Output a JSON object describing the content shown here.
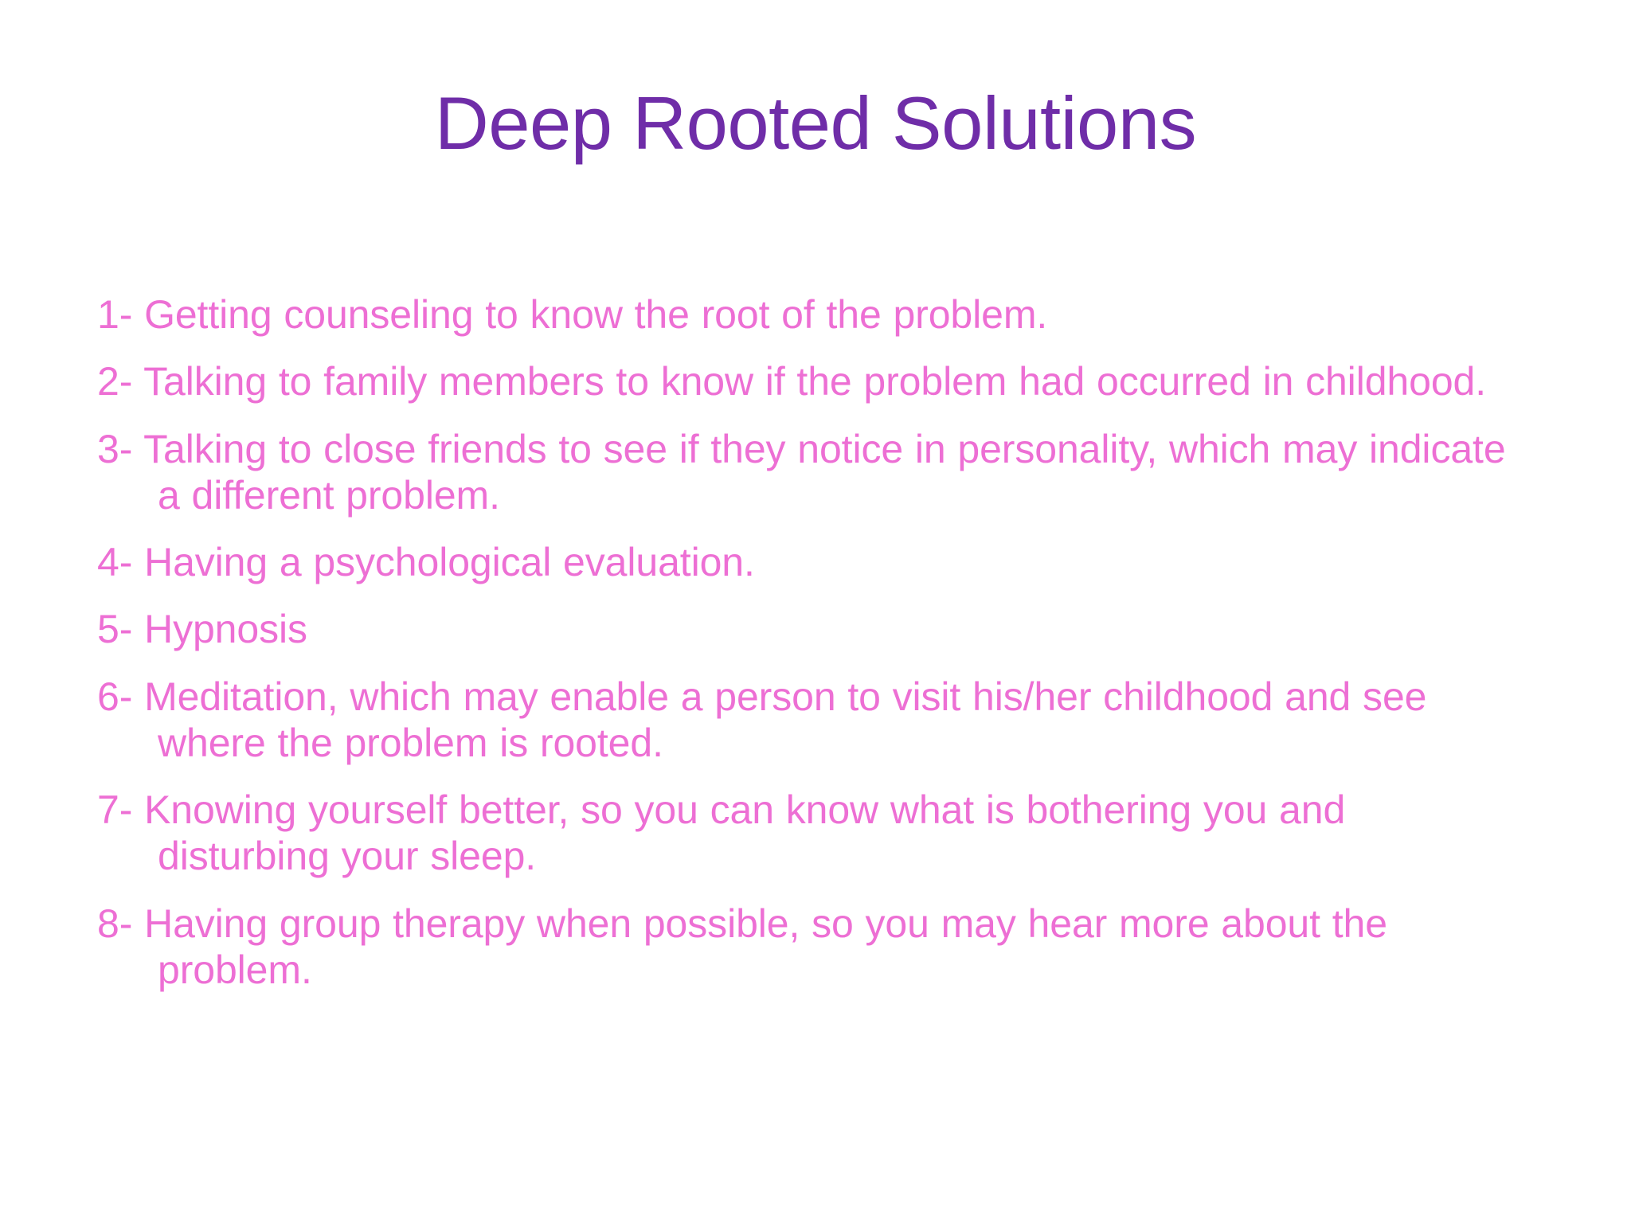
{
  "slide": {
    "background_color": "#ffffff",
    "title": "Deep Rooted Solutions",
    "title_color": "#6f2da8",
    "body_color": "#ed6fd4"
  },
  "list": {
    "items": [
      {
        "number": "1-",
        "text": "Getting counseling to know the root of the problem.",
        "full": "1- Getting counseling to know the root of the problem."
      },
      {
        "number": "2-",
        "text": "Talking to family members to know if the problem had occurred in childhood.",
        "full": "2- Talking to family members to know if the problem had occurred in childhood."
      },
      {
        "number": "3-",
        "text": "Talking to close friends to see if they notice in personality, which may indicate a different problem.",
        "full": "3- Talking to close friends to see if they notice in personality, which may indicate a different problem."
      },
      {
        "number": "4-",
        "text": "Having a psychological evaluation.",
        "full": "4- Having a psychological evaluation."
      },
      {
        "number": "5-",
        "text": "Hypnosis",
        "full": "5- Hypnosis"
      },
      {
        "number": "6-",
        "text": "Meditation, which may enable a person to visit his/her childhood and see where the problem is rooted.",
        "full": "6- Meditation, which may enable a person to visit his/her childhood and see where the problem is rooted."
      },
      {
        "number": "7-",
        "text": "Knowing yourself better, so you can know what is bothering you and disturbing your sleep.",
        "full": "7- Knowing yourself better, so you can know what is bothering you and disturbing your sleep."
      },
      {
        "number": "8-",
        "text": "Having group therapy when possible, so you may hear more about the problem.",
        "full": "8- Having group therapy when possible, so you may hear more about the problem."
      }
    ]
  }
}
